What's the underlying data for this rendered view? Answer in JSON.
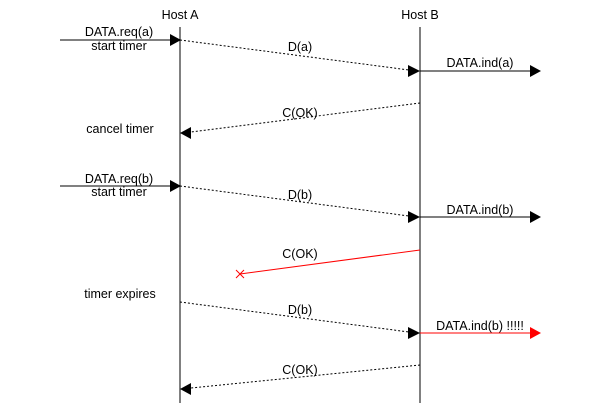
{
  "diagram": {
    "host_a": "Host A",
    "host_b": "Host B",
    "labels": {
      "data_req_a": "DATA.req(a)",
      "start_timer_1": "start timer",
      "msg_d_a": "D(a)",
      "data_ind_a": "DATA.ind(a)",
      "msg_ack_1": "C(OK)",
      "cancel_timer": "cancel timer",
      "data_req_b": "DATA.req(b)",
      "start_timer_2": "start timer",
      "msg_d_b_1": "D(b)",
      "data_ind_b": "DATA.ind(b)",
      "msg_ack_lost": "C(OK)",
      "timer_expires": "timer expires",
      "msg_d_b_2": "D(b)",
      "data_ind_b_dup": "DATA.ind(b) !!!!!",
      "msg_ack_2": "C(OK)"
    },
    "colors": {
      "line": "#000000",
      "lost": "#ff0000",
      "duplicate": "#ff0000"
    }
  }
}
